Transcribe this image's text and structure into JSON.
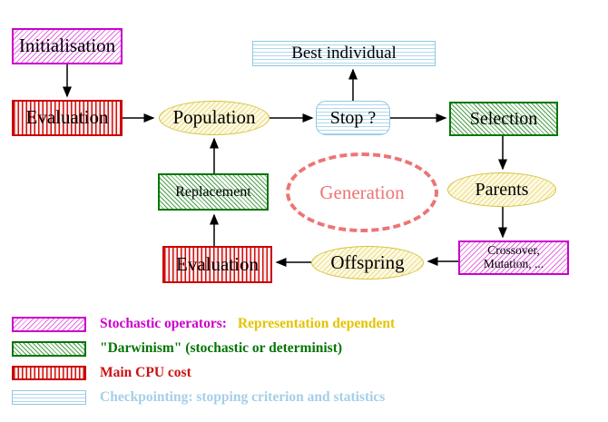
{
  "nodes": {
    "initialisation": "Initialisation",
    "evaluation_top": "Evaluation",
    "population": "Population",
    "best_individual": "Best individual",
    "stop": "Stop ?",
    "selection": "Selection",
    "replacement": "Replacement",
    "generation": "Generation",
    "parents": "Parents",
    "evaluation_bottom": "Evaluation",
    "offspring": "Offspring",
    "crossover_line1": "Crossover,",
    "crossover_line2": "Mutation, ..."
  },
  "legend": {
    "items": [
      {
        "name": "stochastic-operators",
        "label": "Stochastic operators:",
        "label2": "Representation dependent"
      },
      {
        "name": "darwinism",
        "label": "\"Darwinism\" (stochastic or determinist)"
      },
      {
        "name": "main-cpu-cost",
        "label": "Main CPU cost"
      },
      {
        "name": "checkpointing",
        "label": "Checkpointing: stopping criterion and statistics"
      }
    ]
  },
  "colors": {
    "magenta": "#cc00cc",
    "red": "#cc1111",
    "green": "#067506",
    "yellow_border": "#d6c23c",
    "cyan_border": "#8fc7e0",
    "salmon": "#ee7474",
    "gold_text": "#e3c400",
    "lightblue_text": "#a5cfe8",
    "arrow": "#000000"
  }
}
